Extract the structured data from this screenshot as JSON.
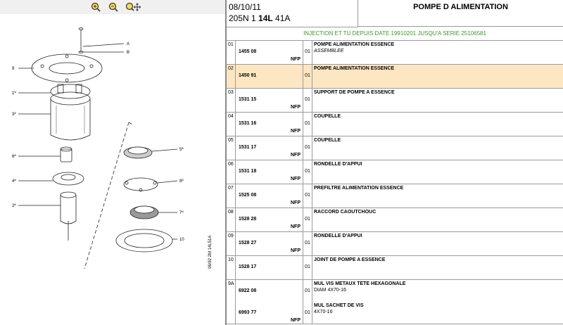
{
  "toolbar": {
    "zoom_in_icon": "zoom-in-icon",
    "zoom_out_icon": "zoom-out-icon",
    "pan_icon": "pan-icon"
  },
  "diagram": {
    "callouts": [
      "A",
      "B",
      "9",
      "1ª",
      "3ª",
      "6ª",
      "4ª",
      "2ª",
      "5ª",
      "8ª",
      "7ª",
      "10"
    ],
    "side_text": "06/92  2M  14L51A"
  },
  "header": {
    "date": "08/10/11",
    "model_prefix": "205N 1 ",
    "model_bold": "14L",
    "model_suffix": " 41A",
    "title": "POMPE D ALIMENTATION"
  },
  "notice": "INJECTION ET TU DEPUIS DATE 19910201 JUSQU'A SERIE 25106581",
  "rows": [
    {
      "num": "01",
      "ref": "1455 08",
      "nfp": "NFP",
      "qty": "01",
      "desc": "POMPE ALIMENTATION ESSENCE",
      "sub": "ASSEMBLEE"
    },
    {
      "num": "02",
      "ref": "1450 91",
      "nfp": "",
      "qty": "01",
      "desc": "POMPE ALIMENTATION ESSENCE",
      "sub": ""
    },
    {
      "num": "03",
      "ref": "1531 15",
      "nfp": "NFP",
      "qty": "01",
      "desc": "SUPPORT DE POMPE A ESSENCE",
      "sub": ""
    },
    {
      "num": "04",
      "ref": "1531 16",
      "nfp": "NFP",
      "qty": "01",
      "desc": "COUPELLE",
      "sub": ""
    },
    {
      "num": "05",
      "ref": "1531 17",
      "nfp": "NFP",
      "qty": "01",
      "desc": "COUPELLE",
      "sub": ""
    },
    {
      "num": "06",
      "ref": "1531 18",
      "nfp": "NFP",
      "qty": "01",
      "desc": "RONDELLE D'APPUI",
      "sub": ""
    },
    {
      "num": "07",
      "ref": "1525 08",
      "nfp": "NFP",
      "qty": "01",
      "desc": "PREFILTRE ALIMENTATION ESSENCE",
      "sub": ""
    },
    {
      "num": "08",
      "ref": "1528 28",
      "nfp": "NFP",
      "qty": "01",
      "desc": "RACCORD CAOUTCHOUC",
      "sub": ""
    },
    {
      "num": "09",
      "ref": "1528 27",
      "nfp": "NFP",
      "qty": "01",
      "desc": "RONDELLE D'APPUI",
      "sub": ""
    },
    {
      "num": "10",
      "ref": "1528 17",
      "nfp": "",
      "qty": "01",
      "desc": "JOINT DE POMPE A ESSENCE",
      "sub": ""
    }
  ],
  "last_row": {
    "num": "9A",
    "ref1": "6922 08",
    "qty1": "01",
    "desc1": "MUL VIS METAUX TETE HEXAGONALE",
    "sub1": "DIAM 4X70-16",
    "ref2": "6993 77",
    "qty2": "01",
    "nfp2": "NFP",
    "desc2": "MUL SACHET DE VIS",
    "sub2": "4X70-16"
  },
  "colors": {
    "notice": "#3a9a2a",
    "selected_row": "#fde6c2",
    "grid": "#9a9a9a"
  }
}
